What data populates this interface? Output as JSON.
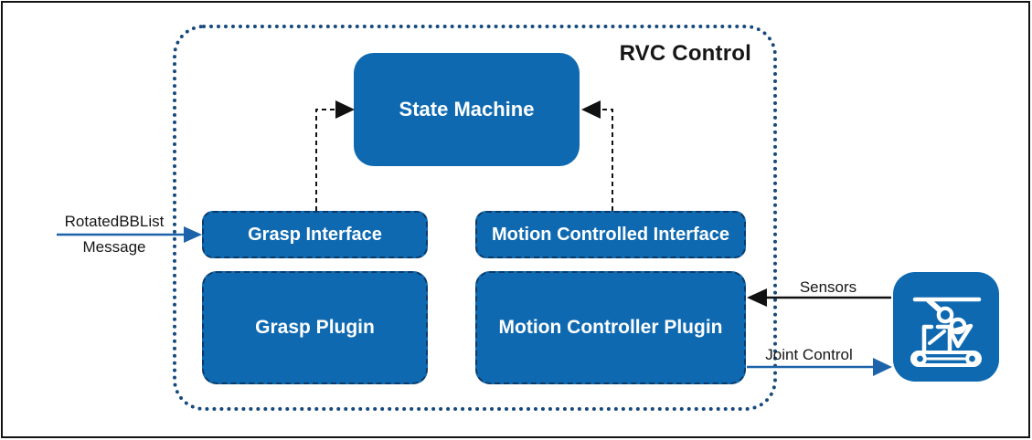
{
  "colors": {
    "box_blue": "#0e69b1",
    "border_navy": "#17497c",
    "box_dash": "#0c3a66",
    "arrow_blue": "#1d63a9",
    "text_dark": "#161616",
    "white": "#ffffff"
  },
  "container": {
    "label": "RVC Control"
  },
  "boxes": {
    "state_machine": "State Machine",
    "grasp_interface": "Grasp Interface",
    "motion_controlled_interface": "Motion Controlled Interface",
    "grasp_plugin": "Grasp Plugin",
    "motion_controller_plugin": "Motion Controller Plugin"
  },
  "external_labels": {
    "input_line1": "RotatedBBList",
    "input_line2": "Message",
    "sensors": "Sensors",
    "joint_control": "Joint Control"
  },
  "icons": {
    "robot": "robot-arm-conveyor-icon"
  }
}
